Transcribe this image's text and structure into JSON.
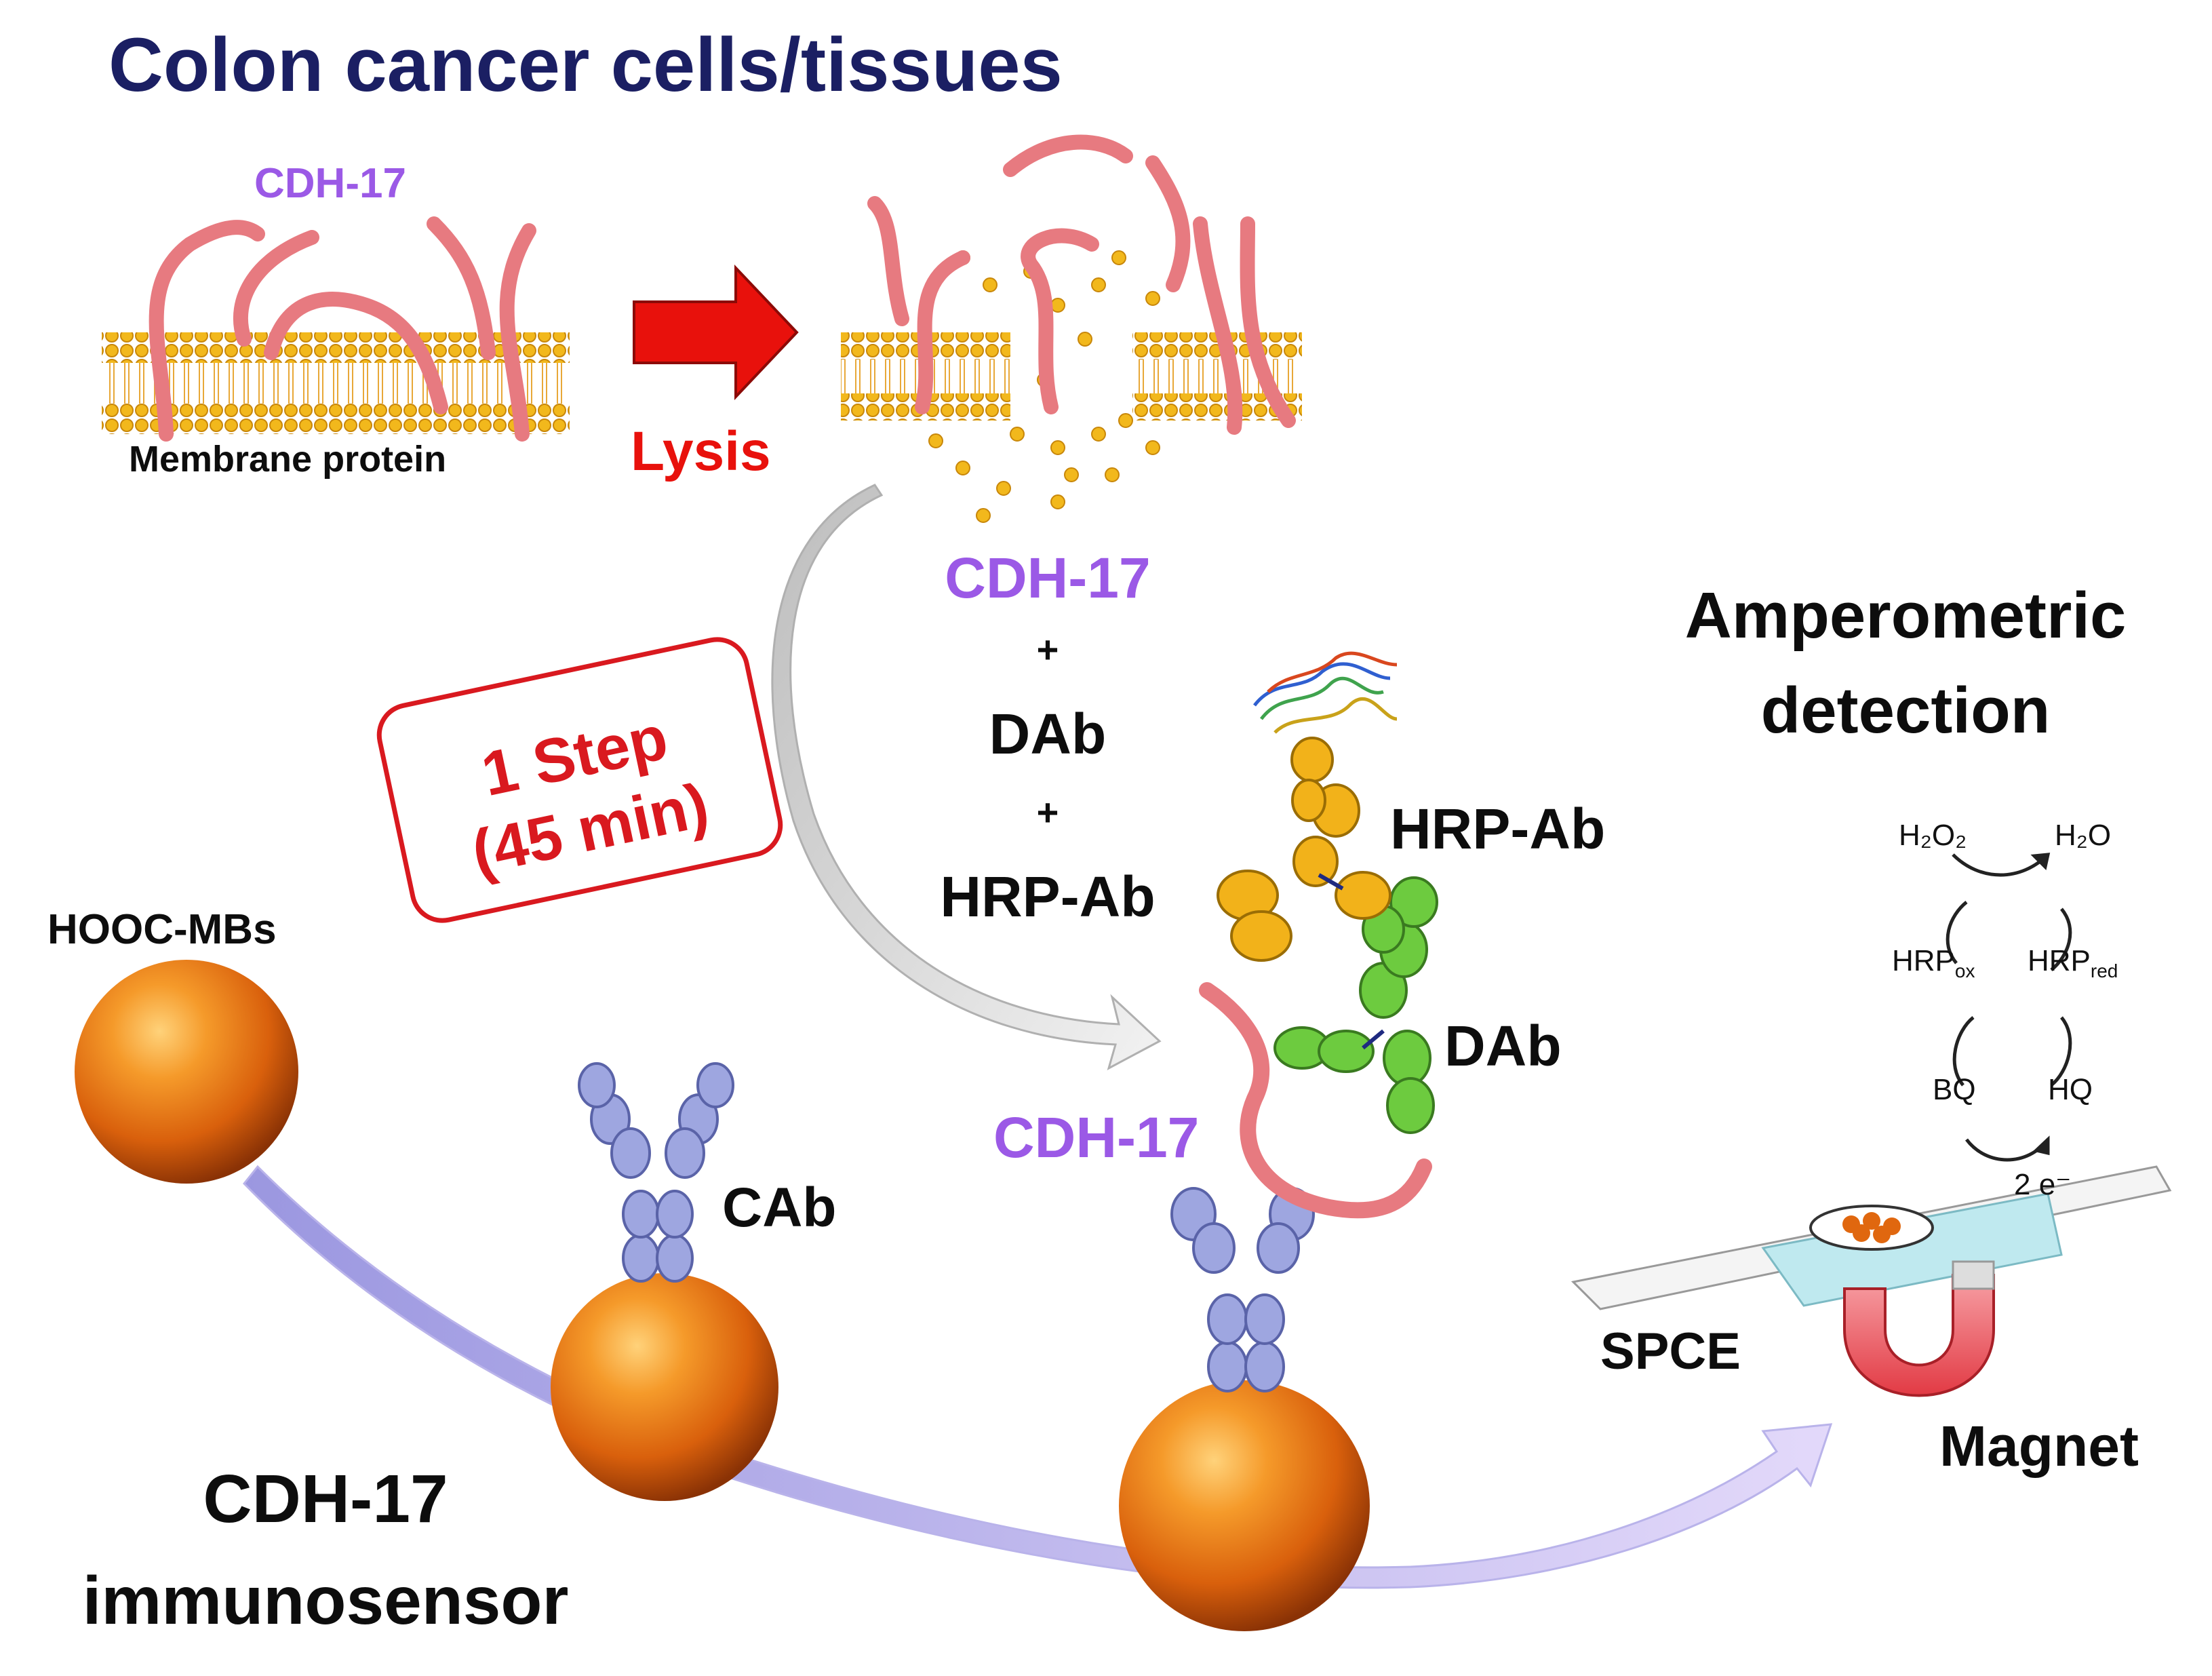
{
  "title": "Colon cancer cells/tissues",
  "membrane": {
    "protein_label": "CDH-17",
    "caption": "Membrane protein"
  },
  "lysis_label": "Lysis",
  "reagents": {
    "line1": "CDH-17",
    "plus1": "+",
    "line2": "DAb",
    "plus2": "+",
    "line3": "HRP-Ab"
  },
  "step": {
    "line1": "1 Step",
    "line2": "(45 min)"
  },
  "beads_label": "HOOC-MBs",
  "capture_label": "CAb",
  "complex": {
    "hrp_label": "HRP-Ab",
    "dab_label": "DAb",
    "cdh_label": "CDH-17"
  },
  "immunosensor": {
    "line1": "CDH-17",
    "line2": "immunosensor"
  },
  "detection": {
    "line1": "Amperometric",
    "line2": "detection",
    "h2o2": "H₂O₂",
    "h2o": "H₂O",
    "hrp_ox": "HRP",
    "hrp_ox_sub": "ox",
    "hrp_red": "HRP",
    "hrp_red_sub": "red",
    "bq": "BQ",
    "hq": "HQ",
    "electrons": "2 e⁻",
    "spce": "SPCE",
    "magnet": "Magnet"
  },
  "colors": {
    "title": "#1b1f63",
    "purple": "#9b59e6",
    "red": "#e8110c",
    "bead": "#e0670f",
    "antibody_capture": "#9ea6e0",
    "antibody_hrp": "#f2b21a",
    "antibody_detect": "#6dcb3f",
    "protein": "#e77a80"
  }
}
